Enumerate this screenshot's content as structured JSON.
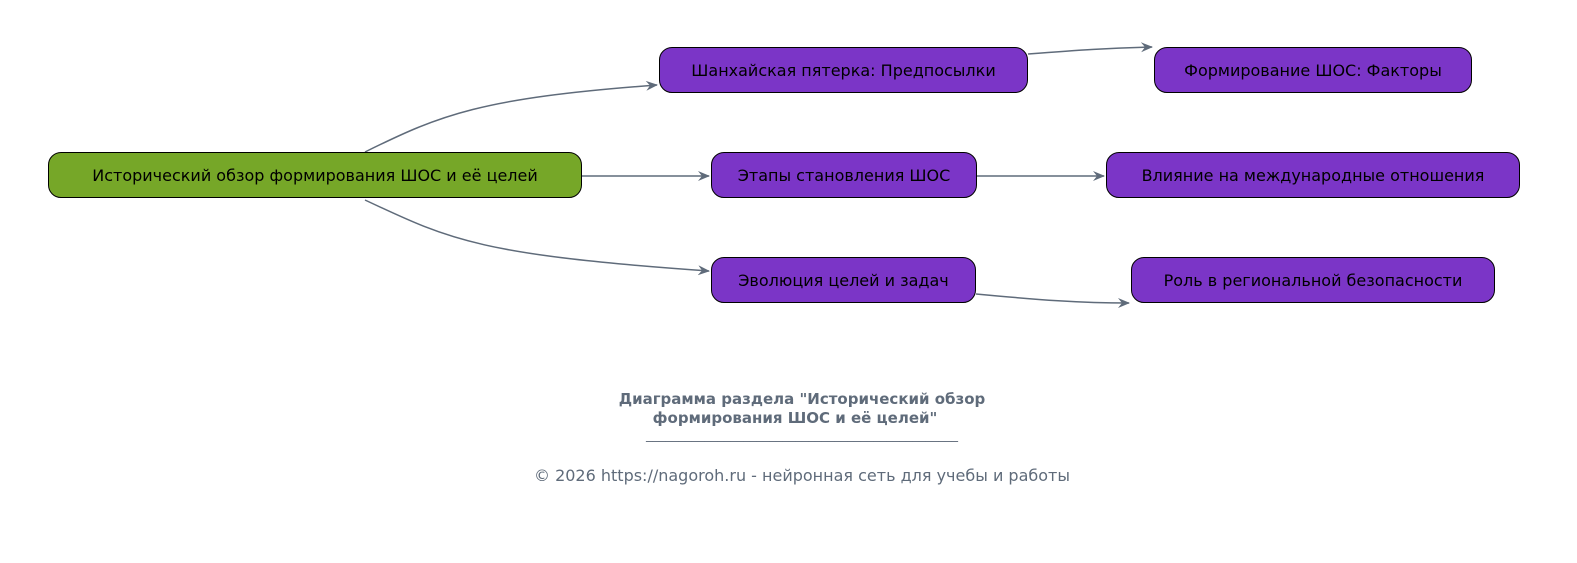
{
  "colors": {
    "root": "#76a728",
    "child": "#7b35c7",
    "edge": "#5f6b7a",
    "caption": "#5f6b7a"
  },
  "nodes": {
    "root": "Исторический обзор формирования ШОС и её целей",
    "n1": "Шанхайская пятерка: Предпосылки",
    "n2": "Этапы становления ШОС",
    "n3": "Эволюция целей и задач",
    "n4": "Формирование ШОС: Факторы",
    "n5": "Влияние на международные отношения",
    "n6": "Роль в региональной безопасности"
  },
  "caption": {
    "title_line1": "Диаграмма раздела \"Исторический обзор",
    "title_line2": "формирования ШОС и её целей\"",
    "rule": "________________________________________________",
    "footer": "© 2026 https://nagoroh.ru - нейронная сеть для учебы и работы"
  }
}
